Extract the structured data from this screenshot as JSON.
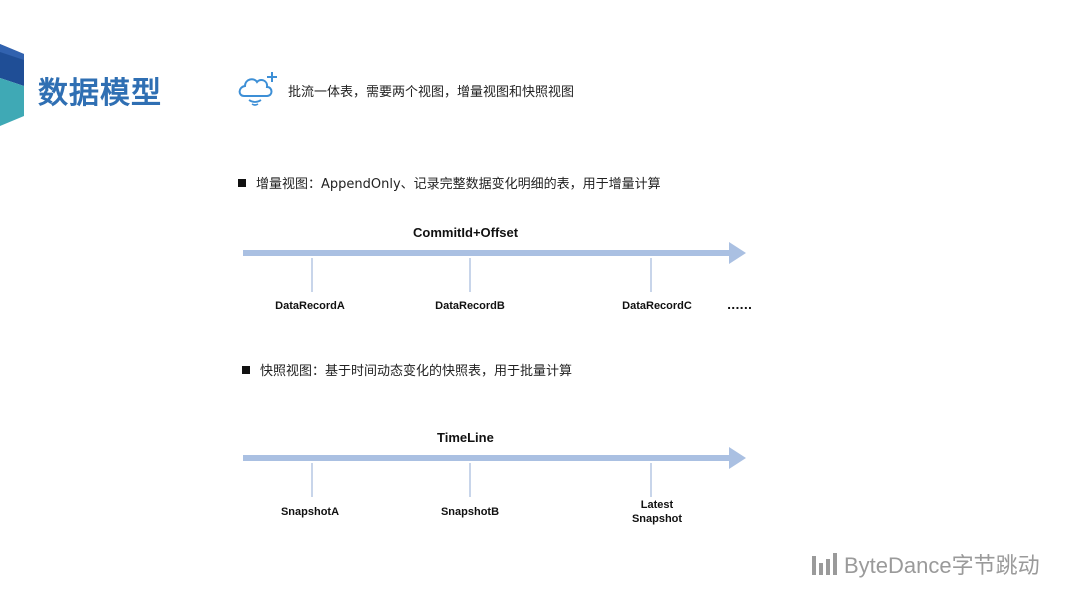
{
  "slide": {
    "title": "数据模型",
    "subtitle": "批流一体表，需要两个视图，增量视图和快照视图"
  },
  "incremental": {
    "description": "增量视图：AppendOnly、记录完整数据变化明细的表，用于增量计算",
    "axis_label": "CommitId+Offset",
    "records": [
      "DataRecordA",
      "DataRecordB",
      "DataRecordC"
    ],
    "ellipsis": "......"
  },
  "snapshot": {
    "description": "快照视图：基于时间动态变化的快照表，用于批量计算",
    "axis_label": "TimeLine",
    "snapshots": [
      "SnapshotA",
      "SnapshotB"
    ],
    "latest_line1": "Latest",
    "latest_line2": "Snapshot"
  },
  "branding": {
    "logo_text": "ByteDance字节跳动"
  },
  "colors": {
    "title": "#2f6fb3",
    "arrow": "#aac0e2",
    "tick": "#c8d5ea",
    "corner_dark": "#1f4e96",
    "corner_teal": "#3fa9b5",
    "icon": "#3d8fd6"
  },
  "icons": [
    "cloud-plus-icon",
    "bytedance-logo-icon"
  ]
}
